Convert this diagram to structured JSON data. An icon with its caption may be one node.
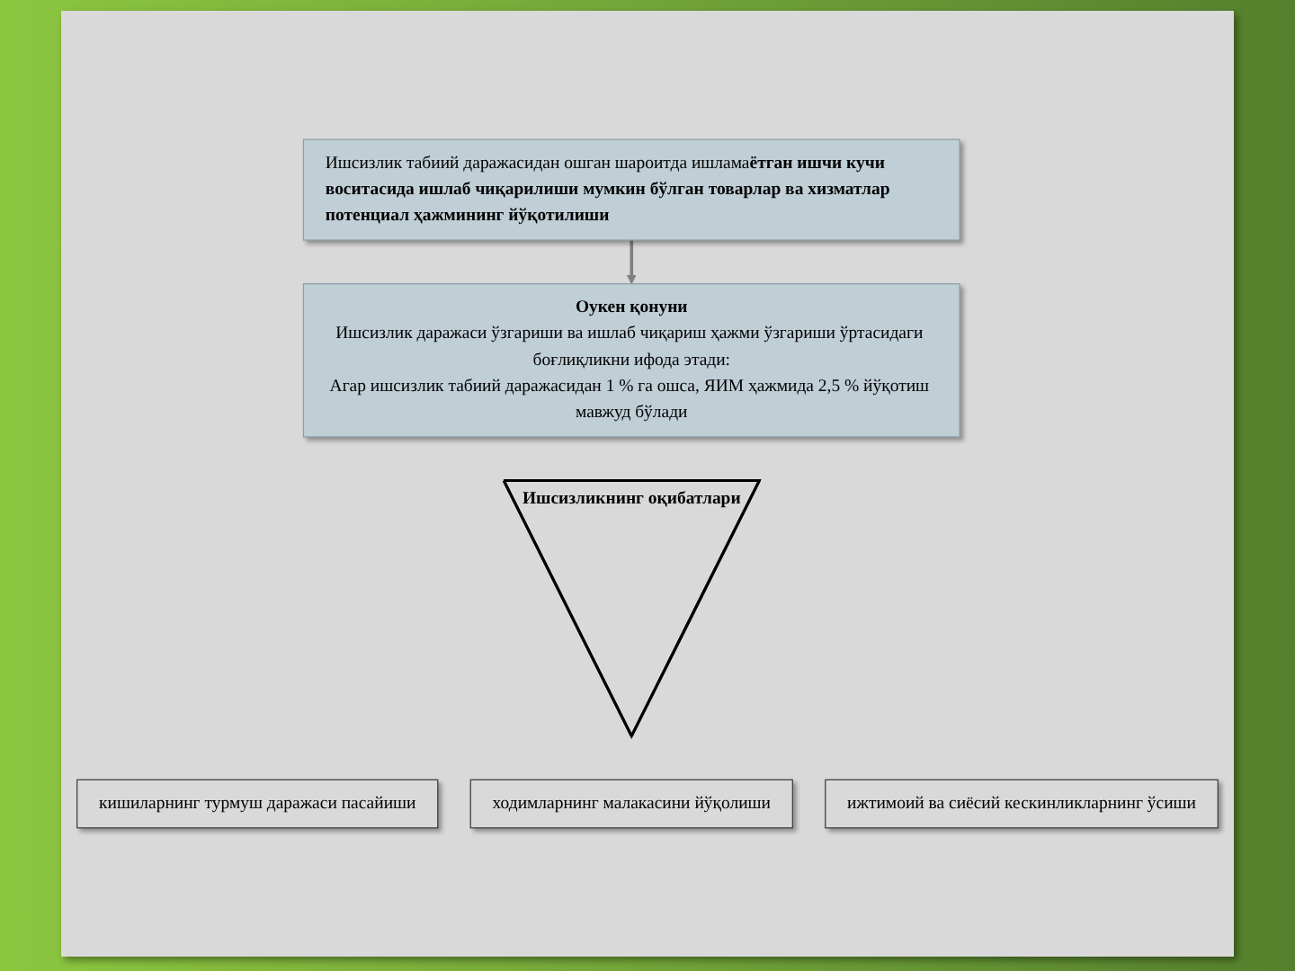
{
  "diagram": {
    "nodes": [
      {
        "text": [
          "Ишсизлик табиий даражасидан ошган шароитда ишлама**ётган ишчи кучи воситасида ишлаб чиқарилиши мумкин бўлган товарлар ва хизматлар потенциал ҳажмининг йўқотилиши**"
        ]
      },
      {
        "text": [
          "Оукен қонуни",
          "Ишсизлик даражаси ўзгариши ва ишлаб чиқариш ҳажми ўзгариши ўртасидаги боғлиқликни ифода этади:",
          "Агар ишсизлик табиий даражасидан 1 % га ошса, ЯИМ ҳажмида 2,5 % йўқотиш мавжуд бўлади"
        ]
      },
      {
        "text": [
          "Ишсизликнинг оқибатлари"
        ]
      },
      {
        "text": [
          "кишиларнинг турмуш даражаси пасайиши"
        ]
      },
      {
        "text": [
          "ходимларнинг малакасини йўқолиши"
        ]
      },
      {
        "text": [
          "ижтимоий ва сиёсий кескинликларнинг ўсиши"
        ]
      }
    ],
    "edges": [
      {
        "from": 0,
        "to": 1,
        "arrow": "to"
      }
    ]
  }
}
